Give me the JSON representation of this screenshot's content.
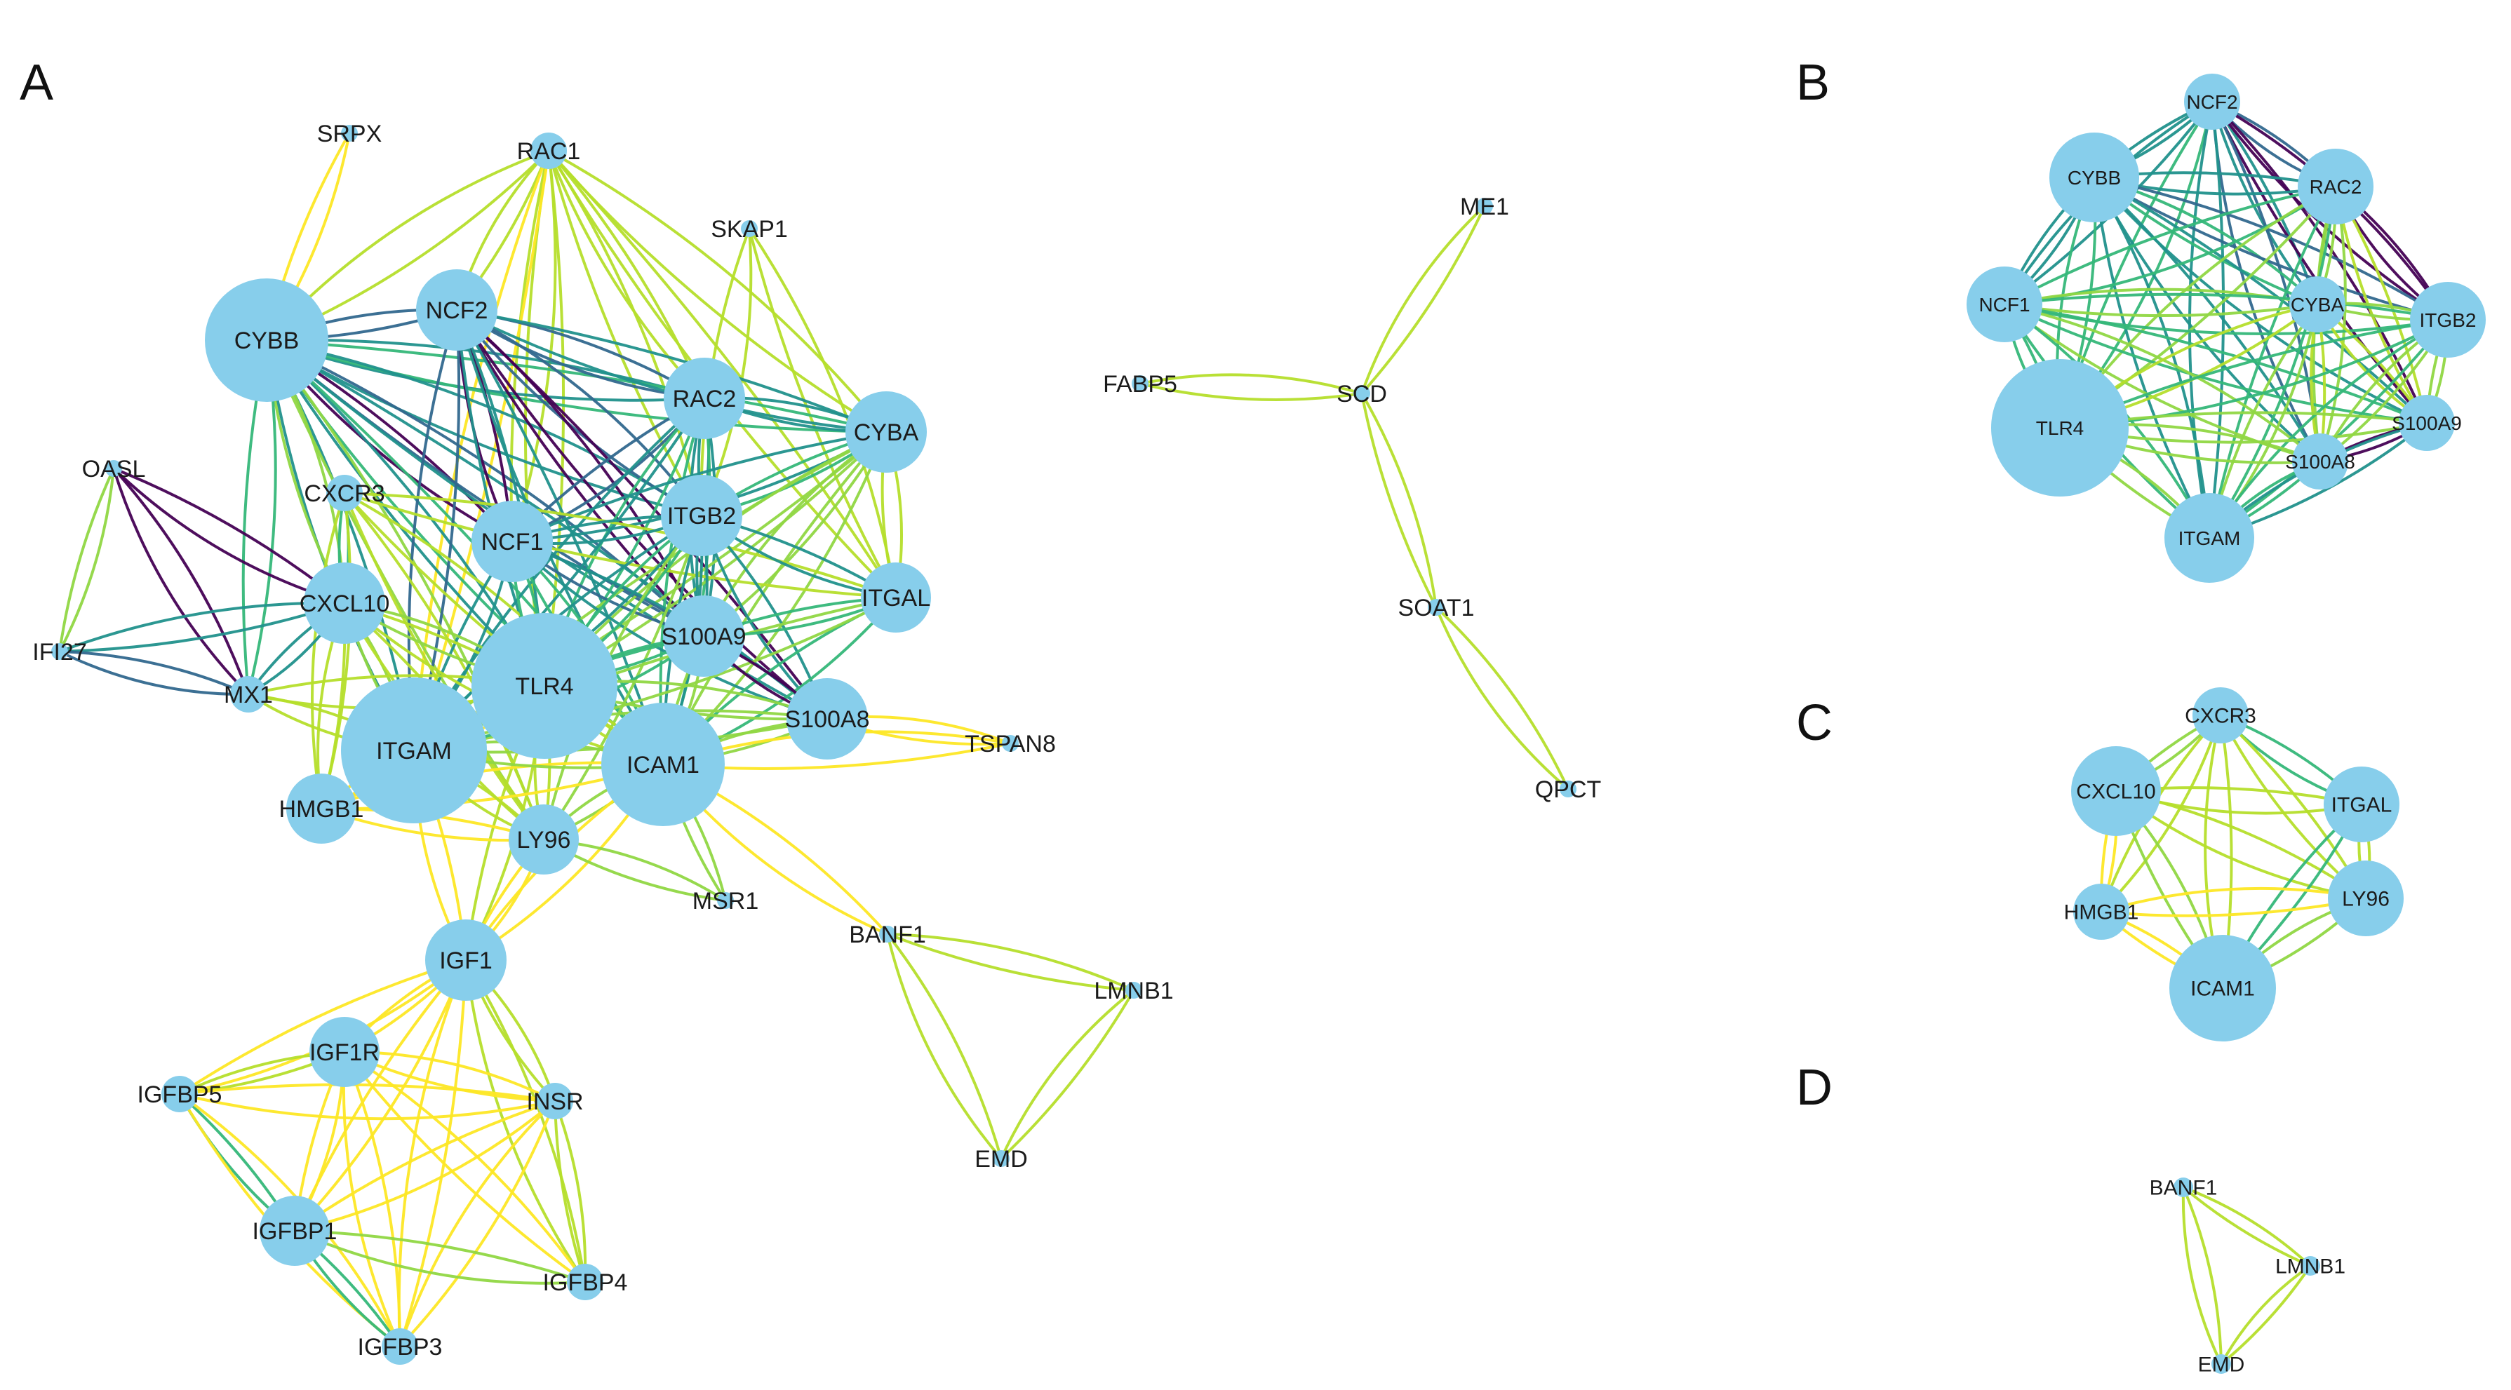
{
  "colors": {
    "node": "#87ceeb",
    "edge_palette": [
      "#440154",
      "#31688e",
      "#21918c",
      "#35b779",
      "#90d743",
      "#b5de2b",
      "#fde725"
    ]
  },
  "panels": [
    {
      "label": "A",
      "nodes": [
        {
          "id": "SRPX",
          "label": "SRPX",
          "size": 0
        },
        {
          "id": "RAC1",
          "label": "RAC1",
          "size": 1
        },
        {
          "id": "SKAP1",
          "label": "SKAP1",
          "size": 0
        },
        {
          "id": "CYBB",
          "label": "CYBB",
          "size": 4
        },
        {
          "id": "NCF2",
          "label": "NCF2",
          "size": 3
        },
        {
          "id": "RAC2",
          "label": "RAC2",
          "size": 3
        },
        {
          "id": "CYBA",
          "label": "CYBA",
          "size": 3
        },
        {
          "id": "OASL",
          "label": "OASL",
          "size": 0
        },
        {
          "id": "CXCR3",
          "label": "CXCR3",
          "size": 1
        },
        {
          "id": "NCF1",
          "label": "NCF1",
          "size": 3
        },
        {
          "id": "ITGB2",
          "label": "ITGB2",
          "size": 3
        },
        {
          "id": "CXCL10",
          "label": "CXCL10",
          "size": 3
        },
        {
          "id": "ITGAL",
          "label": "ITGAL",
          "size": 2
        },
        {
          "id": "IFI27",
          "label": "IFI27",
          "size": 0
        },
        {
          "id": "S100A9",
          "label": "S100A9",
          "size": 3
        },
        {
          "id": "TLR4",
          "label": "TLR4",
          "size": 5
        },
        {
          "id": "MX1",
          "label": "MX1",
          "size": 1
        },
        {
          "id": "S100A8",
          "label": "S100A8",
          "size": 3
        },
        {
          "id": "TSPAN8",
          "label": "TSPAN8",
          "size": 0
        },
        {
          "id": "ITGAM",
          "label": "ITGAM",
          "size": 5
        },
        {
          "id": "ICAM1",
          "label": "ICAM1",
          "size": 4
        },
        {
          "id": "HMGB1",
          "label": "HMGB1",
          "size": 2
        },
        {
          "id": "LY96",
          "label": "LY96",
          "size": 2
        },
        {
          "id": "MSR1",
          "label": "MSR1",
          "size": 0
        },
        {
          "id": "BANF1",
          "label": "BANF1",
          "size": 0
        },
        {
          "id": "IGF1",
          "label": "IGF1",
          "size": 3
        },
        {
          "id": "LMNB1",
          "label": "LMNB1",
          "size": 0
        },
        {
          "id": "IGF1R",
          "label": "IGF1R",
          "size": 2
        },
        {
          "id": "IGFBP5",
          "label": "IGFBP5",
          "size": 1
        },
        {
          "id": "INSR",
          "label": "INSR",
          "size": 1
        },
        {
          "id": "EMD",
          "label": "EMD",
          "size": 0
        },
        {
          "id": "IGFBP1",
          "label": "IGFBP1",
          "size": 2
        },
        {
          "id": "IGFBP4",
          "label": "IGFBP4",
          "size": 1
        },
        {
          "id": "IGFBP3",
          "label": "IGFBP3",
          "size": 1
        },
        {
          "id": "ME1",
          "label": "ME1",
          "size": 0
        },
        {
          "id": "FABP5",
          "label": "FABP5",
          "size": 0
        },
        {
          "id": "SCD",
          "label": "SCD",
          "size": 0
        },
        {
          "id": "SOAT1",
          "label": "SOAT1",
          "size": 0
        },
        {
          "id": "QPCT",
          "label": "QPCT",
          "size": 0
        }
      ],
      "edges": [
        [
          "SRPX",
          "CYBB",
          6
        ],
        [
          "RAC1",
          "CYBB",
          5
        ],
        [
          "RAC1",
          "NCF2",
          5
        ],
        [
          "RAC1",
          "RAC2",
          5
        ],
        [
          "RAC1",
          "CYBA",
          5
        ],
        [
          "RAC1",
          "NCF1",
          5
        ],
        [
          "RAC1",
          "ITGB2",
          5
        ],
        [
          "RAC1",
          "TLR4",
          5
        ],
        [
          "RAC1",
          "ITGAM",
          6
        ],
        [
          "RAC1",
          "ITGAL",
          5
        ],
        [
          "SKAP1",
          "ITGB2",
          5
        ],
        [
          "SKAP1",
          "ITGAL",
          5
        ],
        [
          "CYBB",
          "NCF2",
          1
        ],
        [
          "CYBB",
          "RAC2",
          2
        ],
        [
          "CYBB",
          "CYBA",
          3
        ],
        [
          "CYBB",
          "NCF1",
          0
        ],
        [
          "CYBB",
          "ITGB2",
          2
        ],
        [
          "CYBB",
          "S100A9",
          1
        ],
        [
          "CYBB",
          "TLR4",
          2
        ],
        [
          "CYBB",
          "ITGAM",
          2
        ],
        [
          "CYBB",
          "ICAM1",
          3
        ],
        [
          "CYBB",
          "S100A8",
          2
        ],
        [
          "CYBB",
          "CXCL10",
          4
        ],
        [
          "CYBB",
          "LY96",
          4
        ],
        [
          "CYBB",
          "MX1",
          3
        ],
        [
          "NCF2",
          "RAC2",
          1
        ],
        [
          "NCF2",
          "CYBA",
          2
        ],
        [
          "NCF2",
          "NCF1",
          0
        ],
        [
          "NCF2",
          "ITGB2",
          1
        ],
        [
          "NCF2",
          "S100A9",
          0
        ],
        [
          "NCF2",
          "TLR4",
          2
        ],
        [
          "NCF2",
          "ITGAM",
          1
        ],
        [
          "NCF2",
          "S100A8",
          0
        ],
        [
          "NCF2",
          "ICAM1",
          2
        ],
        [
          "RAC2",
          "CYBA",
          2
        ],
        [
          "RAC2",
          "NCF1",
          1
        ],
        [
          "RAC2",
          "ITGB2",
          2
        ],
        [
          "RAC2",
          "S100A9",
          2
        ],
        [
          "RAC2",
          "TLR4",
          3
        ],
        [
          "RAC2",
          "ITGAM",
          2
        ],
        [
          "RAC2",
          "ICAM1",
          3
        ],
        [
          "CYBA",
          "NCF1",
          2
        ],
        [
          "CYBA",
          "ITGB2",
          3
        ],
        [
          "CYBA",
          "S100A9",
          4
        ],
        [
          "CYBA",
          "TLR4",
          4
        ],
        [
          "CYBA",
          "ITGAM",
          4
        ],
        [
          "CYBA",
          "ITGAL",
          5
        ],
        [
          "CYBA",
          "ICAM1",
          4
        ],
        [
          "OASL",
          "IFI27",
          4
        ],
        [
          "OASL",
          "MX1",
          0
        ],
        [
          "OASL",
          "CXCL10",
          0
        ],
        [
          "CXCR3",
          "CXCL10",
          3
        ],
        [
          "CXCR3",
          "ITGAL",
          5
        ],
        [
          "CXCR3",
          "ICAM1",
          5
        ],
        [
          "CXCR3",
          "LY96",
          5
        ],
        [
          "CXCR3",
          "HMGB1",
          5
        ],
        [
          "NCF1",
          "ITGB2",
          2
        ],
        [
          "NCF1",
          "S100A9",
          1
        ],
        [
          "NCF1",
          "TLR4",
          3
        ],
        [
          "NCF1",
          "ITGAM",
          2
        ],
        [
          "NCF1",
          "ICAM1",
          3
        ],
        [
          "NCF1",
          "S100A8",
          2
        ],
        [
          "ITGB2",
          "ITGAL",
          2
        ],
        [
          "ITGB2",
          "S100A9",
          2
        ],
        [
          "ITGB2",
          "TLR4",
          3
        ],
        [
          "ITGB2",
          "ITGAM",
          2
        ],
        [
          "ITGB2",
          "ICAM1",
          2
        ],
        [
          "ITGB2",
          "S100A8",
          2
        ],
        [
          "ITGB2",
          "LY96",
          4
        ],
        [
          "CXCL10",
          "IFI27",
          2
        ],
        [
          "CXCL10",
          "MX1",
          2
        ],
        [
          "CXCL10",
          "TLR4",
          4
        ],
        [
          "CXCL10",
          "ITGAM",
          4
        ],
        [
          "CXCL10",
          "ICAM1",
          5
        ],
        [
          "CXCL10",
          "HMGB1",
          5
        ],
        [
          "CXCL10",
          "LY96",
          5
        ],
        [
          "ITGAL",
          "ICAM1",
          3
        ],
        [
          "ITGAL",
          "ITGAM",
          4
        ],
        [
          "ITGAL",
          "S100A9",
          3
        ],
        [
          "IFI27",
          "MX1",
          1
        ],
        [
          "S100A9",
          "S100A8",
          0
        ],
        [
          "S100A9",
          "TLR4",
          3
        ],
        [
          "S100A9",
          "ITGAM",
          3
        ],
        [
          "S100A9",
          "ICAM1",
          4
        ],
        [
          "TLR4",
          "ITGAM",
          4
        ],
        [
          "TLR4",
          "ICAM1",
          5
        ],
        [
          "TLR4",
          "LY96",
          5
        ],
        [
          "TLR4",
          "HMGB1",
          6
        ],
        [
          "TLR4",
          "MX1",
          5
        ],
        [
          "TLR4",
          "S100A8",
          4
        ],
        [
          "TLR4",
          "IGF1",
          5
        ],
        [
          "MX1",
          "ITGAM",
          5
        ],
        [
          "S100A8",
          "ITGAM",
          4
        ],
        [
          "S100A8",
          "ICAM1",
          4
        ],
        [
          "S100A8",
          "TSPAN8",
          6
        ],
        [
          "ICAM1",
          "TSPAN8",
          6
        ],
        [
          "ICAM1",
          "MSR1",
          4
        ],
        [
          "ICAM1",
          "BANF1",
          6
        ],
        [
          "ICAM1",
          "LY96",
          4
        ],
        [
          "ICAM1",
          "HMGB1",
          6
        ],
        [
          "ICAM1",
          "IGF1",
          6
        ],
        [
          "ITGAM",
          "ICAM1",
          4
        ],
        [
          "ITGAM",
          "HMGB1",
          6
        ],
        [
          "ITGAM",
          "LY96",
          5
        ],
        [
          "ITGAM",
          "IGF1",
          6
        ],
        [
          "HMGB1",
          "LY96",
          6
        ],
        [
          "LY96",
          "MSR1",
          4
        ],
        [
          "LY96",
          "IGF1",
          6
        ],
        [
          "BANF1",
          "LMNB1",
          5
        ],
        [
          "BANF1",
          "EMD",
          5
        ],
        [
          "LMNB1",
          "EMD",
          5
        ],
        [
          "IGF1",
          "IGF1R",
          6
        ],
        [
          "IGF1",
          "INSR",
          5
        ],
        [
          "IGF1",
          "IGFBP5",
          6
        ],
        [
          "IGF1",
          "IGFBP1",
          6
        ],
        [
          "IGF1",
          "IGFBP4",
          5
        ],
        [
          "IGF1",
          "IGFBP3",
          6
        ],
        [
          "IGF1R",
          "IGFBP5",
          5
        ],
        [
          "IGF1R",
          "INSR",
          6
        ],
        [
          "IGF1R",
          "IGFBP1",
          6
        ],
        [
          "IGF1R",
          "IGFBP4",
          6
        ],
        [
          "IGF1R",
          "IGFBP3",
          6
        ],
        [
          "IGFBP5",
          "INSR",
          6
        ],
        [
          "IGFBP5",
          "IGFBP1",
          3
        ],
        [
          "IGFBP5",
          "IGFBP3",
          6
        ],
        [
          "INSR",
          "IGFBP1",
          6
        ],
        [
          "INSR",
          "IGFBP4",
          5
        ],
        [
          "INSR",
          "IGFBP3",
          6
        ],
        [
          "IGFBP1",
          "IGFBP4",
          4
        ],
        [
          "IGFBP1",
          "IGFBP3",
          3
        ],
        [
          "FABP5",
          "SCD",
          5
        ],
        [
          "SCD",
          "ME1",
          5
        ],
        [
          "SCD",
          "SOAT1",
          5
        ],
        [
          "SOAT1",
          "QPCT",
          5
        ]
      ]
    },
    {
      "label": "B",
      "nodes": [
        {
          "id": "NCF2",
          "label": "NCF2",
          "size": 1
        },
        {
          "id": "CYBB",
          "label": "CYBB",
          "size": 3
        },
        {
          "id": "RAC2",
          "label": "RAC2",
          "size": 2
        },
        {
          "id": "NCF1",
          "label": "NCF1",
          "size": 2
        },
        {
          "id": "CYBA",
          "label": "CYBA",
          "size": 1
        },
        {
          "id": "ITGB2",
          "label": "ITGB2",
          "size": 2
        },
        {
          "id": "TLR4",
          "label": "TLR4",
          "size": 4
        },
        {
          "id": "S100A9",
          "label": "S100A9",
          "size": 1
        },
        {
          "id": "S100A8",
          "label": "S100A8",
          "size": 1
        },
        {
          "id": "ITGAM",
          "label": "ITGAM",
          "size": 3
        }
      ],
      "edges": [
        [
          "NCF2",
          "CYBB",
          2
        ],
        [
          "NCF2",
          "RAC2",
          1
        ],
        [
          "NCF2",
          "NCF1",
          2
        ],
        [
          "NCF2",
          "CYBA",
          2
        ],
        [
          "NCF2",
          "ITGB2",
          0
        ],
        [
          "NCF2",
          "TLR4",
          3
        ],
        [
          "NCF2",
          "S100A9",
          0
        ],
        [
          "NCF2",
          "S100A8",
          1
        ],
        [
          "NCF2",
          "ITGAM",
          2
        ],
        [
          "CYBB",
          "RAC2",
          2
        ],
        [
          "CYBB",
          "NCF1",
          2
        ],
        [
          "CYBB",
          "CYBA",
          3
        ],
        [
          "CYBB",
          "ITGB2",
          1
        ],
        [
          "CYBB",
          "TLR4",
          3
        ],
        [
          "CYBB",
          "S100A9",
          2
        ],
        [
          "CYBB",
          "S100A8",
          2
        ],
        [
          "CYBB",
          "ITGAM",
          2
        ],
        [
          "RAC2",
          "NCF1",
          3
        ],
        [
          "RAC2",
          "CYBA",
          4
        ],
        [
          "RAC2",
          "ITGB2",
          0
        ],
        [
          "RAC2",
          "TLR4",
          4
        ],
        [
          "RAC2",
          "S100A9",
          5
        ],
        [
          "RAC2",
          "S100A8",
          4
        ],
        [
          "RAC2",
          "ITGAM",
          3
        ],
        [
          "NCF1",
          "CYBA",
          4
        ],
        [
          "NCF1",
          "ITGB2",
          3
        ],
        [
          "NCF1",
          "TLR4",
          3
        ],
        [
          "NCF1",
          "S100A9",
          3
        ],
        [
          "NCF1",
          "S100A8",
          4
        ],
        [
          "NCF1",
          "ITGAM",
          3
        ],
        [
          "CYBA",
          "ITGB2",
          4
        ],
        [
          "CYBA",
          "TLR4",
          5
        ],
        [
          "CYBA",
          "S100A9",
          5
        ],
        [
          "CYBA",
          "S100A8",
          5
        ],
        [
          "CYBA",
          "ITGAM",
          4
        ],
        [
          "ITGB2",
          "TLR4",
          3
        ],
        [
          "ITGB2",
          "S100A9",
          4
        ],
        [
          "ITGB2",
          "S100A8",
          4
        ],
        [
          "ITGB2",
          "ITGAM",
          3
        ],
        [
          "TLR4",
          "S100A9",
          4
        ],
        [
          "TLR4",
          "S100A8",
          4
        ],
        [
          "TLR4",
          "ITGAM",
          4
        ],
        [
          "S100A9",
          "S100A8",
          0
        ],
        [
          "S100A9",
          "ITGAM",
          2
        ],
        [
          "S100A8",
          "ITGAM",
          3
        ]
      ]
    },
    {
      "label": "C",
      "nodes": [
        {
          "id": "CXCR3",
          "label": "CXCR3",
          "size": 1
        },
        {
          "id": "CXCL10",
          "label": "CXCL10",
          "size": 3
        },
        {
          "id": "ITGAL",
          "label": "ITGAL",
          "size": 2
        },
        {
          "id": "HMGB1",
          "label": "HMGB1",
          "size": 1
        },
        {
          "id": "LY96",
          "label": "LY96",
          "size": 2
        },
        {
          "id": "ICAM1",
          "label": "ICAM1",
          "size": 4
        }
      ],
      "edges": [
        [
          "CXCR3",
          "CXCL10",
          4
        ],
        [
          "CXCR3",
          "ITGAL",
          3
        ],
        [
          "CXCR3",
          "ICAM1",
          5
        ],
        [
          "CXCR3",
          "LY96",
          5
        ],
        [
          "CXCR3",
          "HMGB1",
          5
        ],
        [
          "CXCL10",
          "ICAM1",
          4
        ],
        [
          "CXCL10",
          "HMGB1",
          6
        ],
        [
          "CXCL10",
          "LY96",
          5
        ],
        [
          "CXCL10",
          "ITGAL",
          5
        ],
        [
          "ITGAL",
          "ICAM1",
          3
        ],
        [
          "ITGAL",
          "LY96",
          5
        ],
        [
          "HMGB1",
          "LY96",
          6
        ],
        [
          "HMGB1",
          "ICAM1",
          6
        ],
        [
          "LY96",
          "ICAM1",
          4
        ]
      ]
    },
    {
      "label": "D",
      "nodes": [
        {
          "id": "BANF1",
          "label": "BANF1",
          "size": 0
        },
        {
          "id": "LMNB1",
          "label": "LMNB1",
          "size": 0
        },
        {
          "id": "EMD",
          "label": "EMD",
          "size": 0
        }
      ],
      "edges": [
        [
          "BANF1",
          "LMNB1",
          5
        ],
        [
          "BANF1",
          "EMD",
          5
        ],
        [
          "LMNB1",
          "EMD",
          5
        ]
      ]
    }
  ]
}
